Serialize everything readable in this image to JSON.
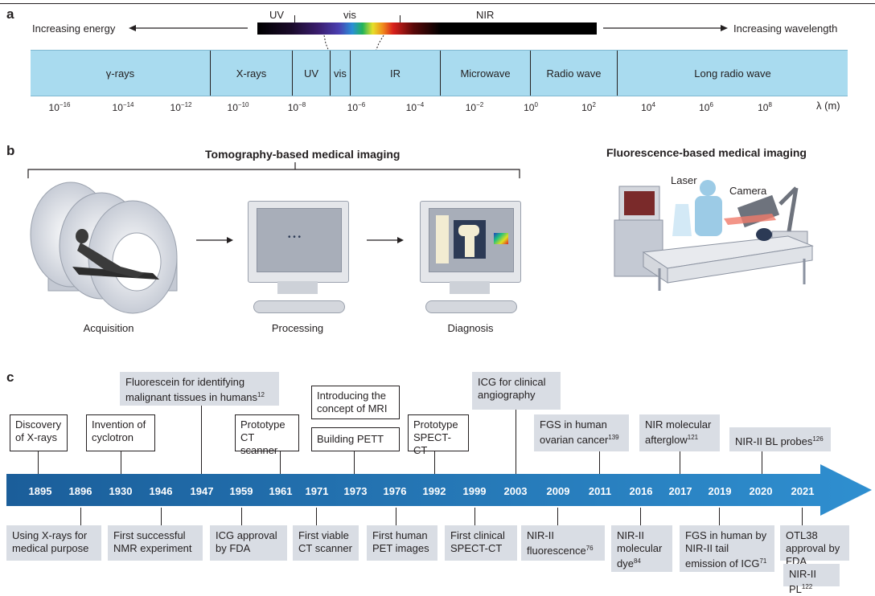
{
  "panel_a": {
    "label": "a",
    "spectrum_labels": {
      "uv": "UV",
      "vis": "vis",
      "nir": "NIR"
    },
    "left_arrow_text": "Increasing energy",
    "right_arrow_text": "Increasing wavelength",
    "bands": [
      "γ-rays",
      "X-rays",
      "UV",
      "vis",
      "IR",
      "Microwave",
      "Radio wave",
      "Long radio wave"
    ],
    "ticks": [
      {
        "base": "10",
        "exp": "−16"
      },
      {
        "base": "10",
        "exp": "−14"
      },
      {
        "base": "10",
        "exp": "−12"
      },
      {
        "base": "10",
        "exp": "−10"
      },
      {
        "base": "10",
        "exp": "−8"
      },
      {
        "base": "10",
        "exp": "−6"
      },
      {
        "base": "10",
        "exp": "−4"
      },
      {
        "base": "10",
        "exp": "−2"
      },
      {
        "base": "10",
        "exp": "0"
      },
      {
        "base": "10",
        "exp": "2"
      },
      {
        "base": "10",
        "exp": "4"
      },
      {
        "base": "10",
        "exp": "6"
      },
      {
        "base": "10",
        "exp": "8"
      }
    ],
    "unit": "λ (m)"
  },
  "panel_b": {
    "label": "b",
    "tomography_title": "Tomography-based medical imaging",
    "fluorescence_title": "Fluorescence-based medical imaging",
    "captions": {
      "acquisition": "Acquisition",
      "processing": "Processing",
      "diagnosis": "Diagnosis"
    },
    "scene_labels": {
      "laser": "Laser",
      "camera": "Camera"
    },
    "processing_dots": "• • •"
  },
  "panel_c": {
    "label": "c",
    "years": [
      "1895",
      "1896",
      "1930",
      "1946",
      "1947",
      "1959",
      "1961",
      "1971",
      "1973",
      "1976",
      "1992",
      "1999",
      "2003",
      "2009",
      "2011",
      "2016",
      "2017",
      "2019",
      "2020",
      "2021"
    ],
    "top_events": [
      {
        "text": "Discovery of X-rays"
      },
      {
        "text": "Invention of cyclotron"
      },
      {
        "text": "Fluorescein for identifying malignant tissues in humans",
        "ref": "12"
      },
      {
        "text": "Prototype CT scanner"
      },
      {
        "text": "Introducing the concept of MRI"
      },
      {
        "text": "Building PETT"
      },
      {
        "text": "Prototype SPECT-CT"
      },
      {
        "text": "ICG for clinical angiography"
      },
      {
        "text": "FGS in human ovarian cancer",
        "ref": "139"
      },
      {
        "text": "NIR molecular afterglow",
        "ref": "121"
      },
      {
        "text": "NIR-II BL probes",
        "ref": "126"
      }
    ],
    "bottom_events": [
      {
        "text": "Using X-rays for medical purpose"
      },
      {
        "text": "First successful NMR experiment"
      },
      {
        "text": "ICG approval by FDA"
      },
      {
        "text": "First viable CT scanner"
      },
      {
        "text": "First human PET images"
      },
      {
        "text": "First clinical SPECT-CT"
      },
      {
        "text": "NIR-II fluorescence",
        "ref": "76"
      },
      {
        "text": "NIR-II molecular dye",
        "ref": "84"
      },
      {
        "text": "FGS in human by NIR-II tail emission of ICG",
        "ref": "71"
      },
      {
        "text": "OTL38 approval by FDA"
      },
      {
        "text": "NIR-II PL",
        "ref": "122"
      }
    ]
  },
  "colors": {
    "band": "#a9dbef",
    "timeline_dark": "#1b5e9a",
    "timeline_light": "#2f8fd0",
    "grey_box": "#d9dde4"
  }
}
